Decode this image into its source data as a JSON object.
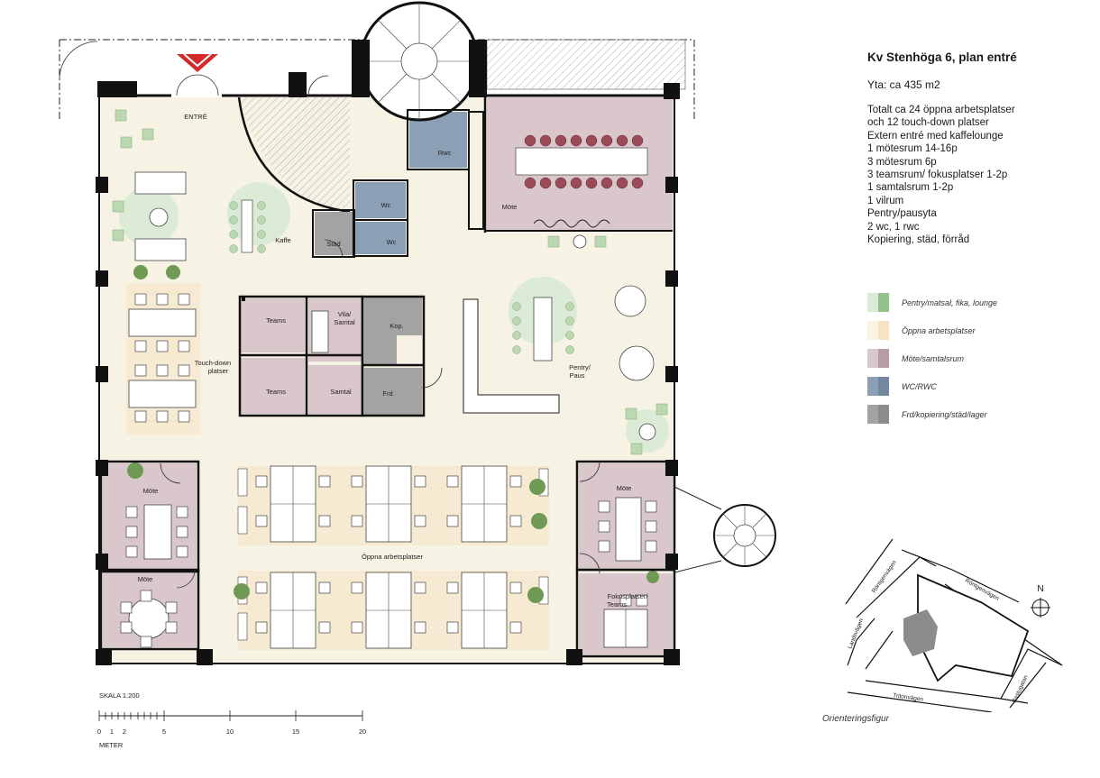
{
  "info": {
    "title": "Kv Stenhöga 6, plan entré",
    "area": "Yta: ca 435 m2",
    "lines": [
      "Totalt ca 24 öppna arbetsplatser",
      "och 12 touch-down platser",
      "Extern entré med kaffelounge",
      "1 mötesrum 14-16p",
      "3 mötesrum 6p",
      "3 teamsrum/ fokusplatser 1-2p",
      "1 samtalsrum 1-2p",
      "1 vilrum",
      "Pentry/pausyta",
      "2 wc, 1 rwc",
      "Kopiering, städ, förråd"
    ]
  },
  "legend": [
    {
      "label": "Pentry/matsal, fika, lounge",
      "color_light": "#dcebd6",
      "color_dark": "#93c28b"
    },
    {
      "label": "Öppna arbetsplatser",
      "color_light": "#fbf3e4",
      "color_dark": "#f7e2c4"
    },
    {
      "label": "Möte/samtalsrum",
      "color_light": "#dac7cb",
      "color_dark": "#b89ca3"
    },
    {
      "label": "WC/RWC",
      "color_light": "#8b9fb5",
      "color_dark": "#73889f"
    },
    {
      "label": "Frd/kopiering/städ/lager",
      "color_light": "#a3a3a3",
      "color_dark": "#8c8c8c"
    }
  ],
  "rooms": {
    "entre": "ENTRÉ",
    "rwc": "Rwc",
    "wc1": "Wc",
    "wc2": "Wc",
    "stad": "Städ",
    "kaffe": "Kaffe",
    "mote_top": "Möte",
    "teams1": "Teams",
    "teams2": "Teams",
    "vila_1": "Vila/",
    "vila_2": "Samtal",
    "samtal": "Samtal",
    "kop": "Kop.",
    "frd": "Frd",
    "touch_1": "Touch-down",
    "touch_2": "platser",
    "pentry_1": "Pentry/",
    "pentry_2": "Paus",
    "mote_left1": "Möte",
    "mote_left2": "Möte",
    "mote_right": "Möte",
    "oppna": "Öppna arbetsplatser",
    "fokus_1": "Fokusplatser/",
    "fokus_2": "Teams"
  },
  "scale": {
    "label": "SKALA 1:200",
    "ticks": [
      "0",
      "1",
      "2",
      "5",
      "10",
      "15",
      "20"
    ],
    "unit": "METER"
  },
  "map": {
    "caption": "Orienteringsfigur",
    "north": "N",
    "streets": [
      "Röntgenvägen",
      "Röntgenvägen",
      "Landsvägen",
      "Tritonvägen",
      "Bastugatan"
    ]
  },
  "colors": {
    "green": "#dcebd6",
    "green_chair": "#bcd8b3",
    "open": "#fbf3e4",
    "open_zone": "#f7e2c4",
    "corridor": "#f6f3e4",
    "meeting": "#dac7cb",
    "meeting_dark": "#b89ca3",
    "wc": "#8b9fb5",
    "service": "#a3a3a3",
    "wall": "#111111",
    "accent": "#d32a2a"
  }
}
